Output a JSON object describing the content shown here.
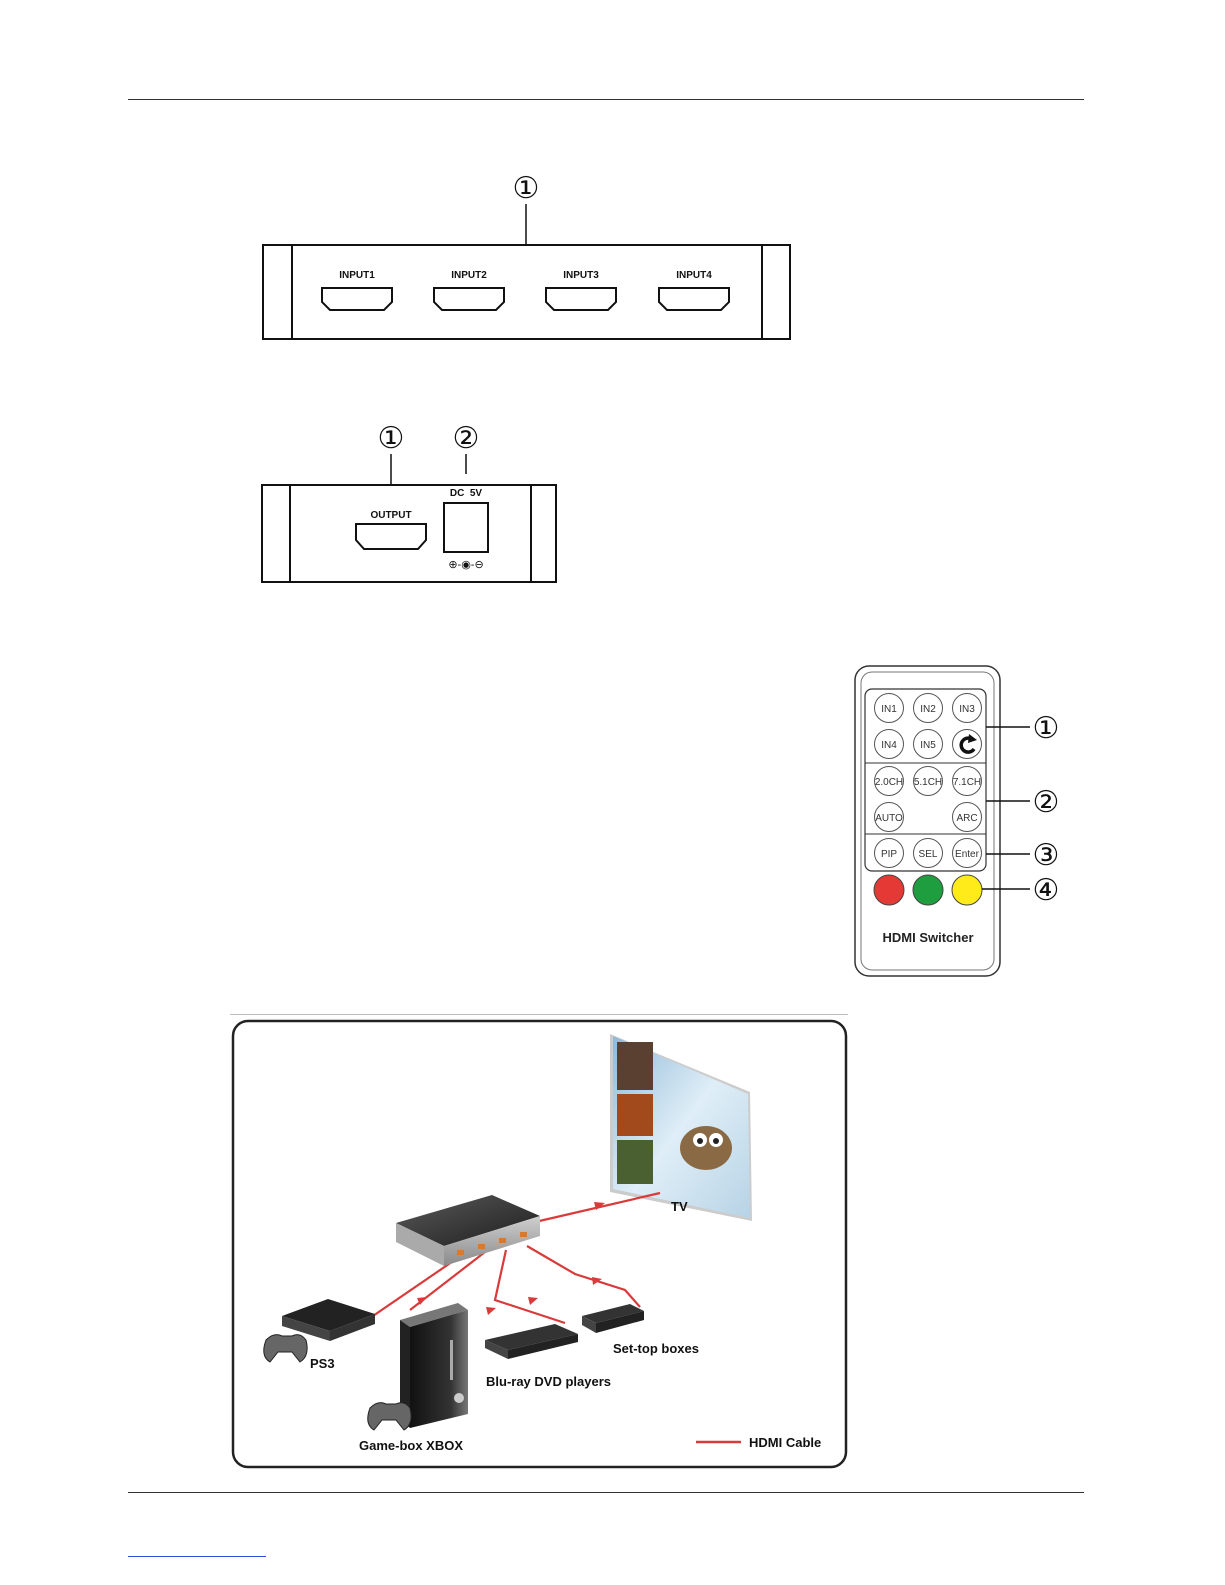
{
  "front_panel": {
    "callout": "①",
    "ports": [
      "INPUT1",
      "INPUT2",
      "INPUT3",
      "INPUT4"
    ]
  },
  "back_panel": {
    "callouts": [
      "①",
      "②"
    ],
    "output_label": "OUTPUT",
    "power_label": "DC  5V",
    "polarity": "⊕-◉-⊖"
  },
  "remote": {
    "rows": [
      [
        "IN1",
        "IN2",
        "IN3"
      ],
      [
        "IN4",
        "IN5",
        ""
      ],
      [
        "2.0CH",
        "5.1CH",
        "7.1CH"
      ],
      [
        "AUTO",
        "",
        "ARC"
      ],
      [
        "PIP",
        "SEL",
        "Enter"
      ]
    ],
    "color_buttons": [
      "#e53935",
      "#1e9e3e",
      "#ffeb1a"
    ],
    "brand": "HDMI Switcher",
    "callouts": [
      "①",
      "②",
      "③",
      "④"
    ]
  },
  "connection": {
    "tv": "TV",
    "ps3": "PS3",
    "xbox": "Game-box XBOX",
    "bluray": "Blu-ray DVD players",
    "stb": "Set-top boxes",
    "legend": "HDMI Cable",
    "cable_color": "#d93a3a"
  }
}
